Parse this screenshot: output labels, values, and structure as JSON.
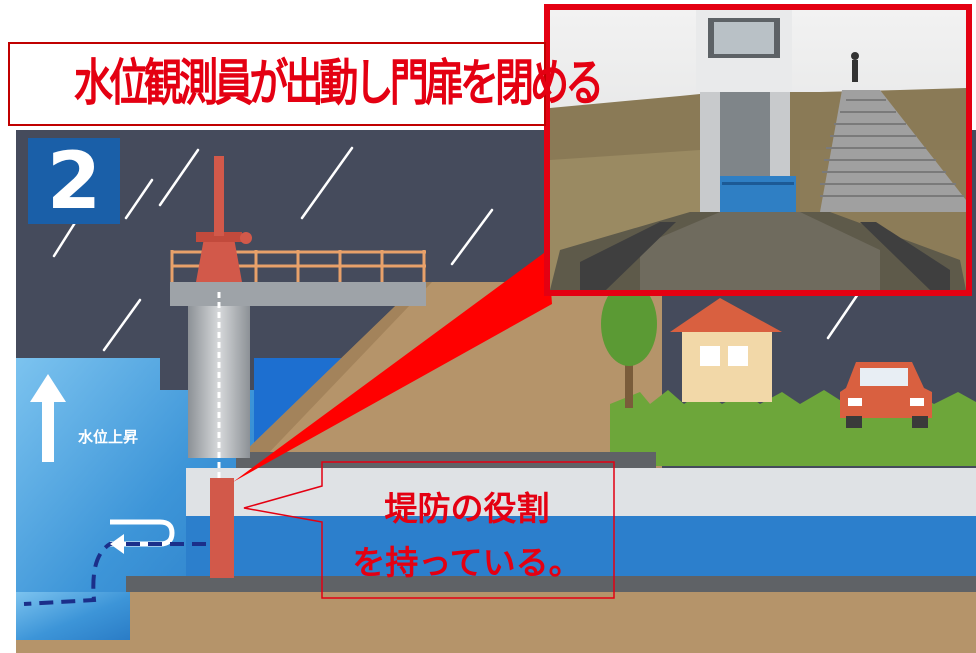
{
  "title": "水位観測員が出動し門扉を閉める",
  "step_number": "2",
  "water_label": "水位上昇",
  "callout": {
    "line1": "堤防の役割",
    "line2": "を持っている。"
  },
  "colors": {
    "title_red": "#e40012",
    "step_blue": "#1a5fa8",
    "sky_night": "#454b5c",
    "river_blue": "#2c7fcc",
    "levee_tan": "#b5946a",
    "grass_green": "#6da63a",
    "gate_red": "#d2594a"
  },
  "photo": {
    "subject": "sluice gate tower with blue gate and concrete stairs on levee"
  }
}
